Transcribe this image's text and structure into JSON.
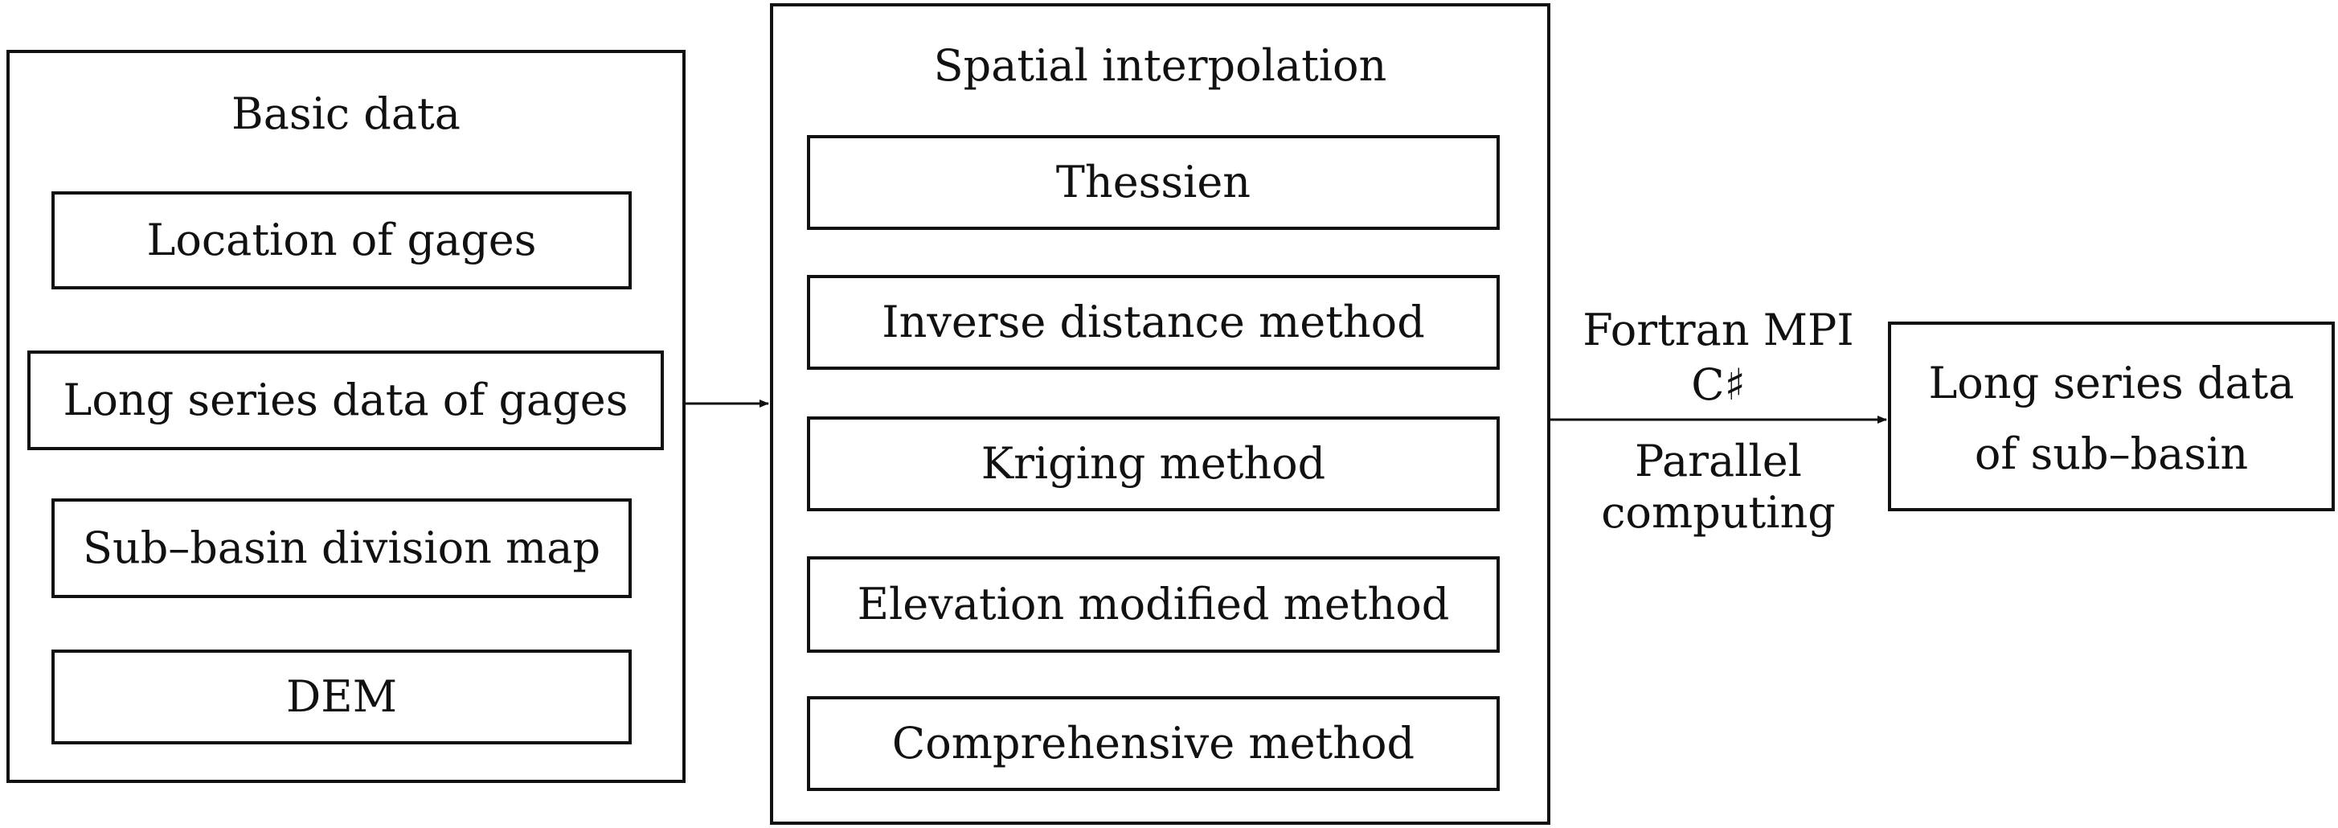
{
  "basic_data": {
    "title": "Basic data",
    "items": [
      "Location of gages",
      "Long series data of gages",
      "Sub–basin division map",
      "DEM"
    ]
  },
  "spatial_interpolation": {
    "title": "Spatial interpolation",
    "methods": [
      "Thessien",
      "Inverse distance method",
      "Kriging method",
      "Elevation modified method",
      "Comprehensive method"
    ]
  },
  "parallel": {
    "tools_line1": "Fortran MPI",
    "tools_line2": "C♯",
    "label_line1": "Parallel",
    "label_line2": "computing"
  },
  "output": {
    "line1": "Long series data",
    "line2": "of sub–basin"
  }
}
